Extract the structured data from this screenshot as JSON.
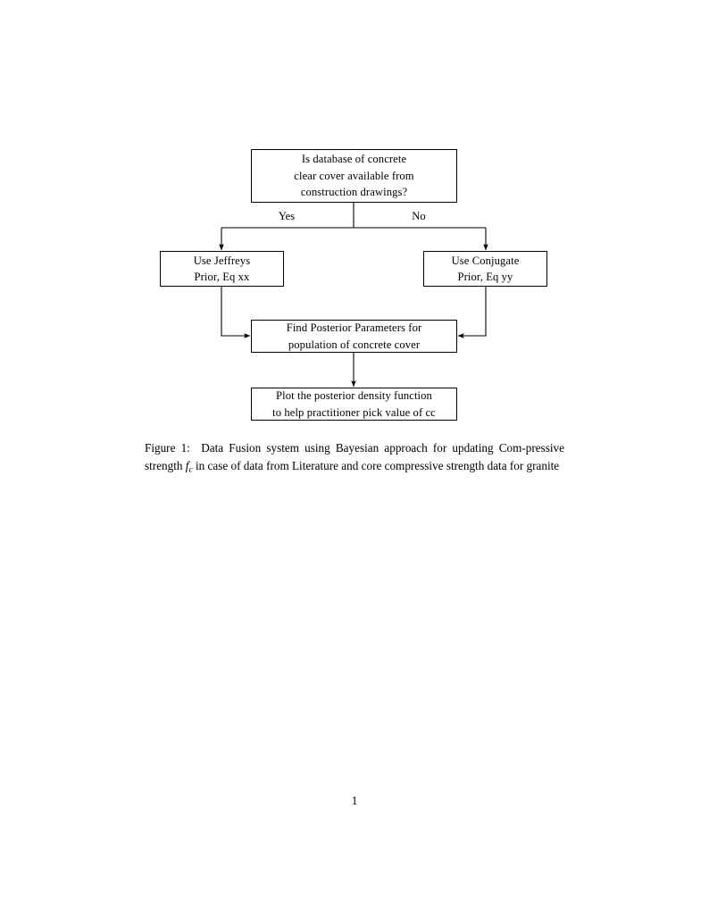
{
  "document": {
    "page_number": "1",
    "background_color": "#ffffff",
    "ink_color": "#000000"
  },
  "figure": {
    "nodes": [
      {
        "id": "question",
        "name": "decision-node-database-available",
        "lines": [
          "Is database of concrete",
          "clear cover available from",
          "construction drawings?"
        ]
      },
      {
        "id": "jeffreys",
        "name": "process-node-jeffreys-prior",
        "lines": [
          "Use Jeffreys",
          "Prior, Eq xx"
        ]
      },
      {
        "id": "conjugate",
        "name": "process-node-conjugate-prior",
        "lines": [
          "Use Conjugate",
          "Prior, Eq yy"
        ]
      },
      {
        "id": "posterior",
        "name": "process-node-find-posterior-parameters",
        "lines": [
          "Find Posterior Parameters for",
          "population of concrete cover"
        ]
      },
      {
        "id": "plot",
        "name": "process-node-plot-posterior-density",
        "lines": [
          "Plot the posterior density function",
          "to help practitioner pick value of cc"
        ]
      }
    ],
    "edge_labels": {
      "yes": "Yes",
      "no": "No"
    }
  },
  "caption": {
    "prefix": "Figure 1:",
    "text_part_1": "Data Fusion system using Bayesian approach for updating Com-pressive strength",
    "math_symbol": "f",
    "math_subscript": "c",
    "text_part_2": "in case of data from Literature and core compressive strength data for granite",
    "full_text": "Figure 1: Data Fusion system using Bayesian approach for updating Compressive strength f_c in case of data from Literature and core compressive strength data for granite"
  }
}
